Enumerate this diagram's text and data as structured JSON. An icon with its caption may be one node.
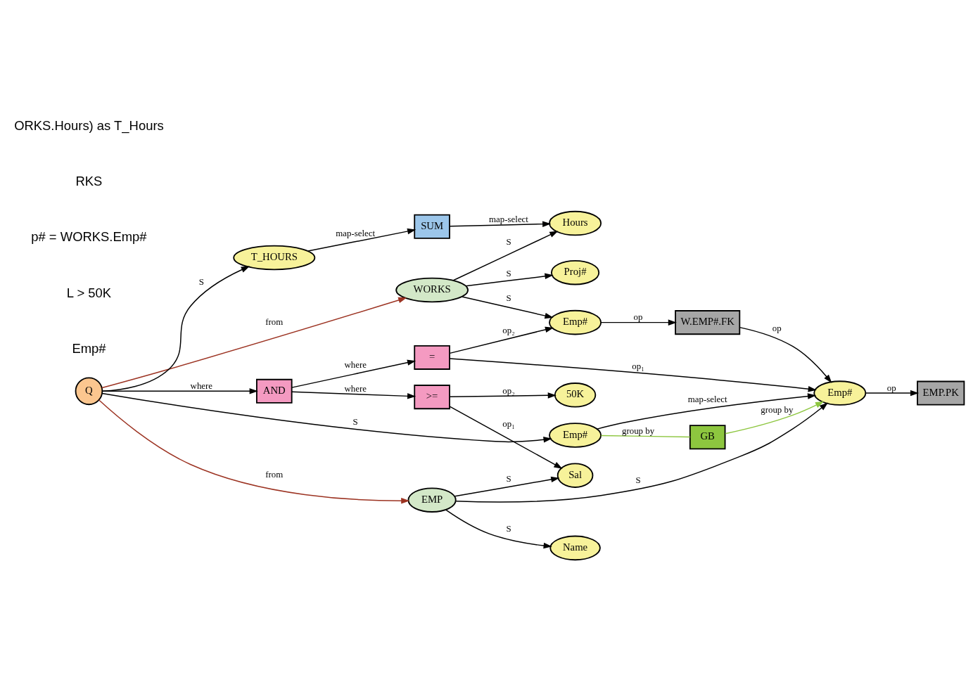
{
  "diagram": {
    "nodes": [
      {
        "text": [
          "WORKS"
        ]
      },
      {
        "text": [
          "Emp#"
        ]
      },
      {
        "text": [
          "Hours"
        ]
      },
      {
        "text": [
          "Proj#"
        ]
      },
      {
        "text": [
          "W.EMP#.FK"
        ]
      },
      {
        "text": [
          "SUM"
        ]
      },
      {
        "text": [
          "T_HOURS"
        ]
      },
      {
        "text": [
          "Q"
        ]
      },
      {
        "text": [
          "="
        ]
      },
      {
        "text": [
          "AND"
        ]
      },
      {
        "text": [
          ">="
        ]
      },
      {
        "text": [
          "50K"
        ]
      },
      {
        "text": [
          "Emp#"
        ]
      },
      {
        "text": [
          "GB"
        ]
      },
      {
        "text": [
          "Emp#"
        ]
      },
      {
        "text": [
          "Name"
        ]
      },
      {
        "text": [
          "Sal"
        ]
      },
      {
        "text": [
          "EMP.PK"
        ]
      },
      {
        "text": [
          "EMP"
        ]
      }
    ],
    "edges": [
      {
        "from": 0,
        "to": 1,
        "arrow": "to",
        "label": "S"
      },
      {
        "from": 0,
        "to": 2,
        "arrow": "to",
        "label": "S"
      },
      {
        "from": 0,
        "to": 3,
        "arrow": "to",
        "label": "S"
      },
      {
        "from": 1,
        "to": 4,
        "arrow": "to",
        "label": "op"
      },
      {
        "from": 4,
        "to": 14,
        "arrow": "to",
        "label": "op"
      },
      {
        "from": 5,
        "to": 2,
        "arrow": "to",
        "label": "map-select"
      },
      {
        "from": 6,
        "to": 5,
        "arrow": "to",
        "label": "map-select"
      },
      {
        "from": 7,
        "to": 6,
        "arrow": "to",
        "label": "S"
      },
      {
        "from": 7,
        "to": 0,
        "arrow": "to",
        "label": "from",
        "color": "#9c3322"
      },
      {
        "from": 7,
        "to": 9,
        "arrow": "to",
        "label": "where"
      },
      {
        "from": 9,
        "to": 8,
        "arrow": "to",
        "label": "where"
      },
      {
        "from": 9,
        "to": 10,
        "arrow": "to",
        "label": "where"
      },
      {
        "from": 8,
        "to": 1,
        "arrow": "to",
        "label": "op₂"
      },
      {
        "from": 8,
        "to": 14,
        "arrow": "to",
        "label": "op₁"
      },
      {
        "from": 10,
        "to": 16,
        "arrow": "to",
        "label": "op₁"
      },
      {
        "from": 10,
        "to": 11,
        "arrow": "to",
        "label": "op₂"
      },
      {
        "from": 7,
        "to": 12,
        "arrow": "to",
        "label": "S"
      },
      {
        "from": 12,
        "to": 14,
        "arrow": "to",
        "label": "map-select"
      },
      {
        "from": 12,
        "to": 13,
        "arrow": "none",
        "label": "group by",
        "color": "#8dc63f"
      },
      {
        "from": 13,
        "to": 14,
        "arrow": "to",
        "label": "group by",
        "color": "#8dc63f"
      },
      {
        "from": 14,
        "to": 17,
        "arrow": "to",
        "label": "op"
      },
      {
        "from": 18,
        "to": 14,
        "arrow": "to",
        "label": "S"
      },
      {
        "from": 18,
        "to": 15,
        "arrow": "to",
        "label": "S"
      },
      {
        "from": 18,
        "to": 16,
        "arrow": "to",
        "label": "S"
      },
      {
        "from": 7,
        "to": 18,
        "arrow": "to",
        "label": "from",
        "color": "#9c3322"
      }
    ],
    "labels": [
      "ORKS.Hours) as T_Hours",
      "RKS",
      "p# = WORKS.Emp#",
      "L > 50K",
      "Emp#"
    ]
  }
}
